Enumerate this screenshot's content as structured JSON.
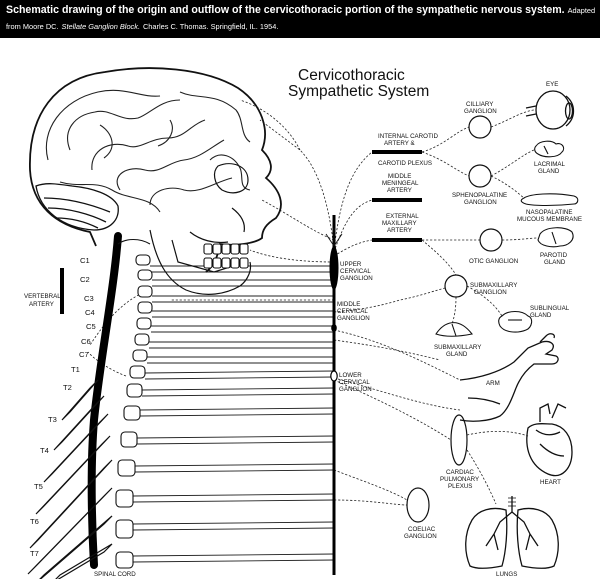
{
  "header": {
    "title": "Schematic drawing of the origin and outflow of the cervicothoracic portion of the sympathetic nervous system.",
    "source_prefix": "Adapted from Moore DC.",
    "source_book": "Stellate Ganglion Block.",
    "source_suffix": "Charles C. Thomas. Springfield, IL. 1954."
  },
  "diagram": {
    "title_line1": "Cervicothoracic",
    "title_line2": "Sympathetic System",
    "vertebrae": [
      "C1",
      "C2",
      "C3",
      "C4",
      "C5",
      "C6",
      "C7",
      "T1",
      "T2",
      "T3",
      "T4",
      "T5",
      "T6",
      "T7"
    ],
    "labels": {
      "vertebral_artery_1": "VERTEBRAL",
      "vertebral_artery_2": "ARTERY",
      "spinal_cord": "SPINAL CORD",
      "internal_carotid_1": "INTERNAL CAROTID",
      "internal_carotid_2": "ARTERY &",
      "internal_carotid_3": "CAROTID PLEXUS",
      "middle_meningeal_1": "MIDDLE",
      "middle_meningeal_2": "MENINGEAL",
      "middle_meningeal_3": "ARTERY",
      "external_maxillary_1": "EXTERNAL",
      "external_maxillary_2": "MAXILLARY",
      "external_maxillary_3": "ARTERY",
      "upper_cervical_1": "UPPER",
      "upper_cervical_2": "CERVICAL",
      "upper_cervical_3": "GANGLION",
      "middle_cervical_1": "MIDDLE",
      "middle_cervical_2": "CERVICAL",
      "middle_cervical_3": "GANGLION",
      "lower_cervical_1": "LOWER",
      "lower_cervical_2": "CERVICAL",
      "lower_cervical_3": "GANGLION",
      "ciliary_1": "CILLIARY",
      "ciliary_2": "GANGLION",
      "eye": "EYE",
      "lacrimal_1": "LACRIMAL",
      "lacrimal_2": "GLAND",
      "sphenopalatine_1": "SPHENOPALATINE",
      "sphenopalatine_2": "GANGLION",
      "nasopalatine_1": "NASOPALATINE",
      "nasopalatine_2": "MUCOUS MEMBRANE",
      "otic": "OTIC GANGLION",
      "parotid_1": "PAROTID",
      "parotid_2": "GLAND",
      "submaxillary_ganglion_1": "SUBMAXILLARY",
      "submaxillary_ganglion_2": "GANGLION",
      "sublingual_1": "SUBLINGUAL",
      "sublingual_2": "GLAND",
      "submaxillary_gland_1": "SUBMAXILLARY",
      "submaxillary_gland_2": "GLAND",
      "arm": "ARM",
      "heart": "HEART",
      "cardiac_1": "CARDIAC",
      "cardiac_2": "PULMONARY",
      "cardiac_3": "PLEXUS",
      "coeliac_1": "COELIAC",
      "coeliac_2": "GANGLION",
      "lungs": "LUNGS"
    }
  }
}
